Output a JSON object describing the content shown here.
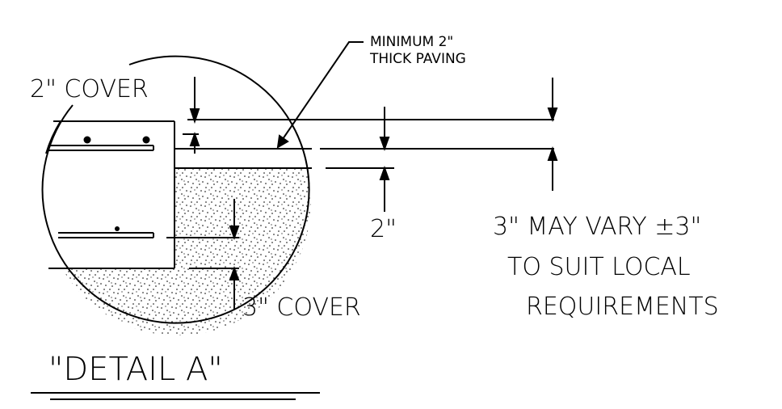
{
  "labels": {
    "paving_note_line1": "MINIMUM 2\"",
    "paving_note_line2": "THICK PAVING",
    "top_cover": "2\" COVER",
    "bottom_cover": "3\" COVER",
    "dim_2in": "2\"",
    "vary_line1": "3\" MAY VARY ±3\"",
    "vary_line2": "TO SUIT LOCAL",
    "vary_line3": "REQUIREMENTS",
    "detail_title": "\"DETAIL A\""
  },
  "colors": {
    "ink": "#000000",
    "background": "#ffffff"
  }
}
